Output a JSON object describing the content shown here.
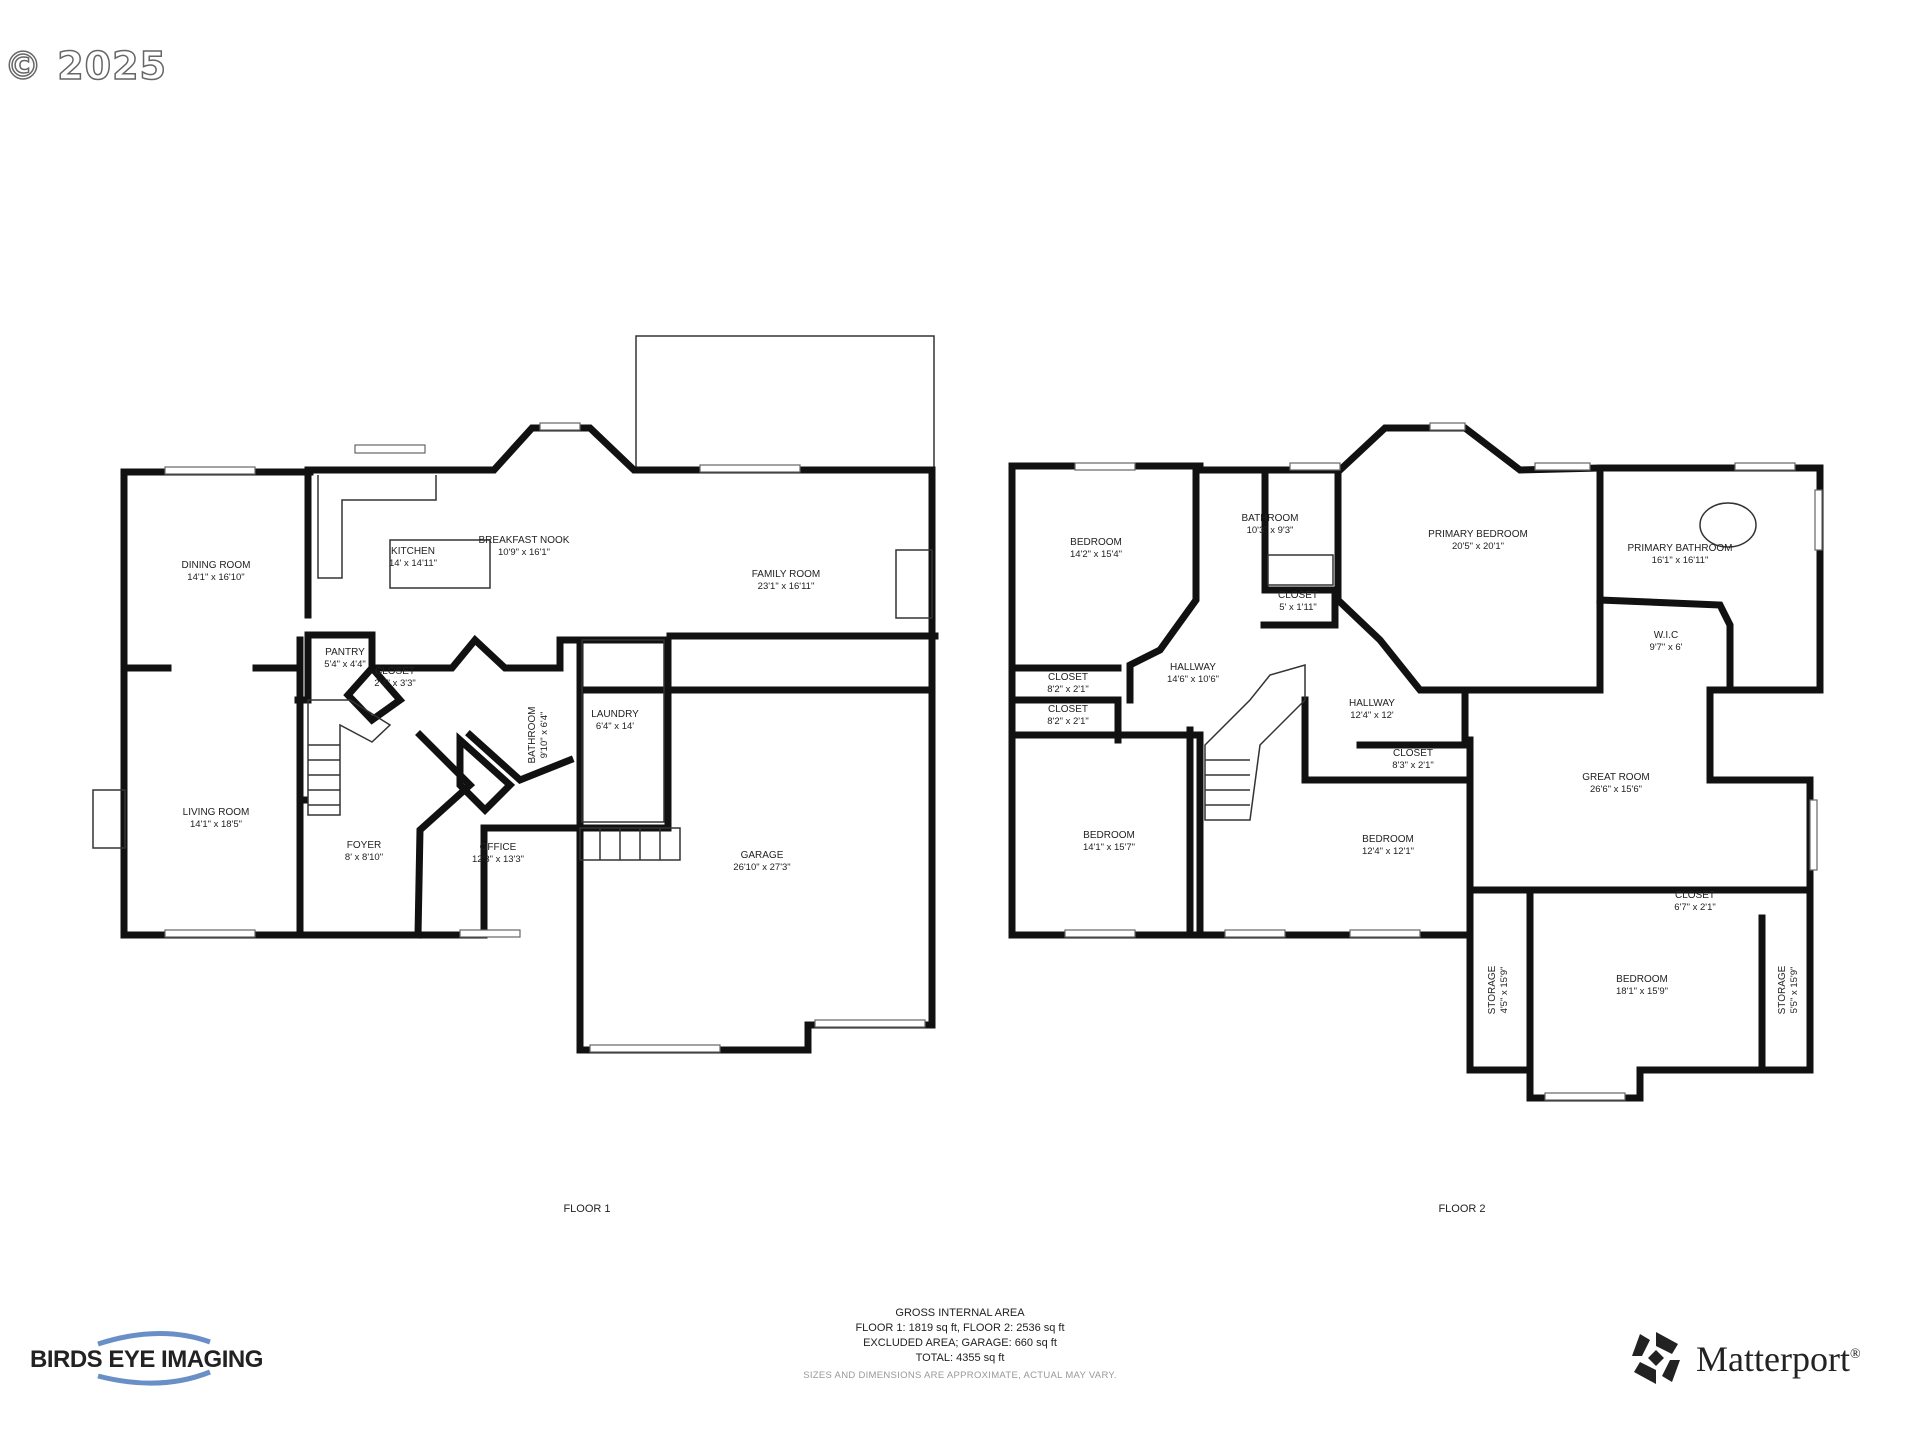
{
  "copyright": "© 2025",
  "floor1": {
    "label": "FLOOR 1",
    "rooms": [
      {
        "name": "DINING ROOM",
        "dims": "14'1\" x 16'10\""
      },
      {
        "name": "KITCHEN",
        "dims": "14' x 14'11\""
      },
      {
        "name": "BREAKFAST NOOK",
        "dims": "10'9\" x 16'1\""
      },
      {
        "name": "FAMILY ROOM",
        "dims": "23'1\" x 16'11\""
      },
      {
        "name": "PANTRY",
        "dims": "5'4\" x 4'4\""
      },
      {
        "name": "CLOSET",
        "dims": "2'4\" x 3'3\""
      },
      {
        "name": "LAUNDRY",
        "dims": "6'4\" x 14'"
      },
      {
        "name": "BATHROOM",
        "dims": "9'10\" x 6'4\""
      },
      {
        "name": "LIVING ROOM",
        "dims": "14'1\" x 18'5\""
      },
      {
        "name": "FOYER",
        "dims": "8' x 8'10\""
      },
      {
        "name": "OFFICE",
        "dims": "12'3\" x 13'3\""
      },
      {
        "name": "GARAGE",
        "dims": "26'10\" x 27'3\""
      }
    ]
  },
  "floor2": {
    "label": "FLOOR 2",
    "rooms": [
      {
        "name": "BEDROOM",
        "dims": "14'2\" x 15'4\""
      },
      {
        "name": "BATHROOM",
        "dims": "10'3\" x 9'3\""
      },
      {
        "name": "CLOSET",
        "dims": "5' x 1'11\""
      },
      {
        "name": "PRIMARY BEDROOM",
        "dims": "20'5\" x 20'1\""
      },
      {
        "name": "PRIMARY BATHROOM",
        "dims": "16'1\" x 16'11\""
      },
      {
        "name": "W.I.C",
        "dims": "9'7\" x 6'"
      },
      {
        "name": "CLOSET",
        "dims": "8'2\" x 2'1\""
      },
      {
        "name": "CLOSET",
        "dims": "8'2\" x 2'1\""
      },
      {
        "name": "HALLWAY",
        "dims": "14'6\" x 10'6\""
      },
      {
        "name": "HALLWAY",
        "dims": "12'4\" x 12'"
      },
      {
        "name": "CLOSET",
        "dims": "8'3\" x 2'1\""
      },
      {
        "name": "BEDROOM",
        "dims": "14'1\" x 15'7\""
      },
      {
        "name": "BEDROOM",
        "dims": "12'4\" x 12'1\""
      },
      {
        "name": "GREAT ROOM",
        "dims": "26'6\" x 15'6\""
      },
      {
        "name": "CLOSET",
        "dims": "6'7\" x 2'1\""
      },
      {
        "name": "STORAGE",
        "dims": "4'5\" x 15'9\""
      },
      {
        "name": "BEDROOM",
        "dims": "18'1\" x 15'9\""
      },
      {
        "name": "STORAGE",
        "dims": "5'5\" x 15'9\""
      }
    ]
  },
  "area": {
    "title": "GROSS INTERNAL AREA",
    "line1": "FLOOR 1: 1819 sq ft, FLOOR 2: 2536 sq ft",
    "line2": "EXCLUDED AREA; GARAGE: 660 sq ft",
    "line3": "TOTAL: 4355 sq ft"
  },
  "disclaimer": "SIZES AND DIMENSIONS ARE APPROXIMATE, ACTUAL MAY VARY.",
  "logos": {
    "left": "BIRDS EYE IMAGING",
    "right": "Matterport",
    "right_mark": "®"
  }
}
